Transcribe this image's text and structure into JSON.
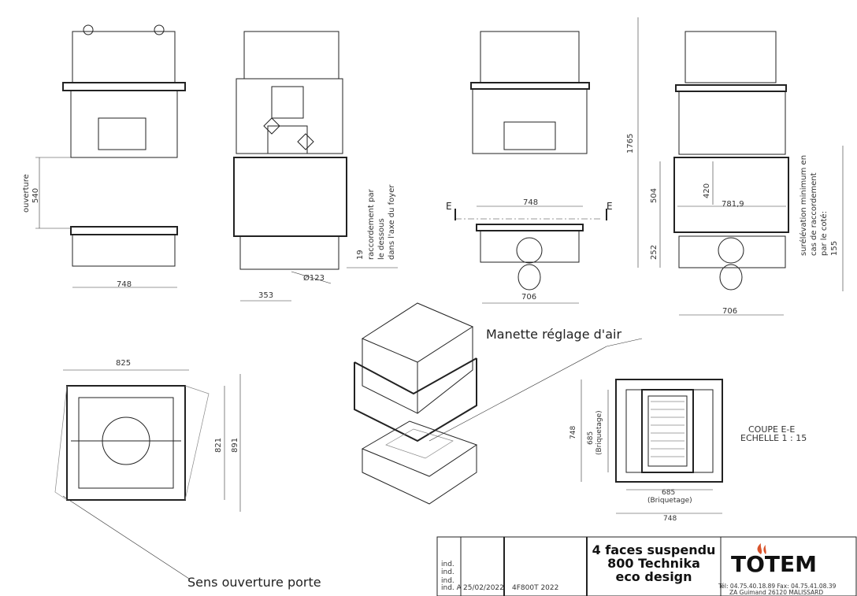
{
  "views": {
    "front": {
      "opening_label": "ouverture",
      "opening": "540",
      "width": "748"
    },
    "side": {
      "note_value": "19",
      "note_lines": [
        "raccordement par",
        "le dessous",
        "dans l'axe du foyer"
      ],
      "diameter": "Ø123",
      "offset": "353"
    },
    "back": {
      "width_top": "748",
      "section_left": "E",
      "section_right": "E",
      "width_bottom": "706"
    },
    "right": {
      "total_height": "1765",
      "glass_height": "504",
      "bottom_height": "252",
      "inner_height": "420",
      "depth": "781,9",
      "width_bottom": "706",
      "note_lines": [
        "surélévation minimum en",
        "cas de raccordement",
        "par le coté:",
        "155"
      ]
    },
    "top": {
      "width": "825",
      "depth_inner": "821",
      "depth_outer": "891",
      "door_note": "Sens ouverture porte"
    },
    "iso": {
      "air_label": "Manette réglage d'air"
    },
    "section": {
      "height": "748",
      "inner_height": "685",
      "inner_height_sub": "(Briquetage)",
      "inner_width": "685",
      "inner_width_sub": "(Briquetage)",
      "width": "748",
      "title": "COUPE E-E",
      "scale": "ECHELLE 1 : 15"
    }
  },
  "title_block": {
    "revisions": [
      "ind.",
      "ind.",
      "ind.",
      "ind. A"
    ],
    "date": "25/02/2022",
    "reference": "4F800T 2022",
    "title_lines": [
      "4 faces suspendu",
      "800 Technika",
      "eco design"
    ],
    "brand": "TOTEM",
    "contact": "Tél: 04.75.40.18.89 Fax: 04.75.41.08.39",
    "address": "ZA Guimand  26120 MALISSARD"
  },
  "colors": {
    "flame": "#d9532b",
    "line": "#222222"
  }
}
